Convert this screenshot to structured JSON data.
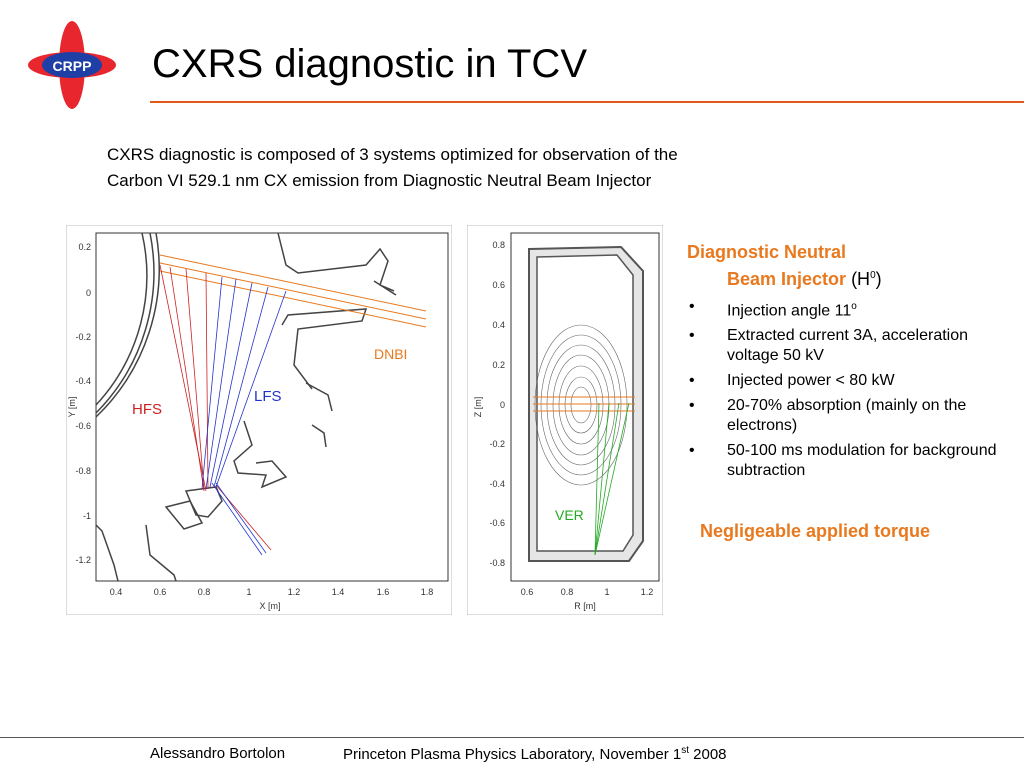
{
  "logo": {
    "text": "CRPP",
    "icon": "crpp-cross-logo",
    "colors": {
      "red": "#e8262d",
      "blue": "#1d3fa6"
    }
  },
  "title": "CXRS diagnostic in TCV",
  "intro": {
    "line1": "CXRS diagnostic is composed of 3 systems optimized for observation of the",
    "line2": "Carbon VI 529.1 nm CX emission from Diagnostic Neutral Beam Injector"
  },
  "left_plot": {
    "yticks": [
      "0.2",
      "0",
      "-0.2",
      "-0.4",
      "-0.6",
      "-0.8",
      "-1",
      "-1.2"
    ],
    "xticks": [
      "0.4",
      "0.6",
      "0.8",
      "1",
      "1.2",
      "1.4",
      "1.6",
      "1.8"
    ],
    "xlabel": "X [m]",
    "ylabel": "Y [m]",
    "labels": {
      "dnbi": "DNBI",
      "lfs": "LFS",
      "hfs": "HFS"
    }
  },
  "right_plot": {
    "yticks": [
      "0.8",
      "0.6",
      "0.4",
      "0.2",
      "0",
      "-0.2",
      "-0.4",
      "-0.6",
      "-0.8"
    ],
    "xticks": [
      "0.6",
      "0.8",
      "1",
      "1.2"
    ],
    "xlabel": "R [m]",
    "ylabel": "Z [m]",
    "labels": {
      "ver": "VER"
    }
  },
  "info": {
    "heading_line1": "Diagnostic Neutral",
    "heading_line2": "Beam Injector",
    "heading_symbol": "(H",
    "heading_sup": "0",
    "heading_close": ")",
    "bullets": [
      "Injection angle  11",
      "Extracted current 3A, acceleration voltage 50 kV",
      "Injected power < 80 kW",
      "20-70% absorption (mainly on the electrons)",
      "50-100 ms modulation for background subtraction"
    ],
    "bullet1_sup": "o",
    "torque": "Negligeable applied torque"
  },
  "footer": {
    "author": "Alessandro Bortolon",
    "lab": "Princeton Plasma Physics Laboratory, November 1",
    "lab_sup": "st",
    "lab_year": " 2008"
  },
  "colors": {
    "accent": "#e8791e",
    "rule": "#e05b1a",
    "lfs": "#2233cc",
    "hfs": "#cc2222",
    "ver": "#22aa22"
  }
}
